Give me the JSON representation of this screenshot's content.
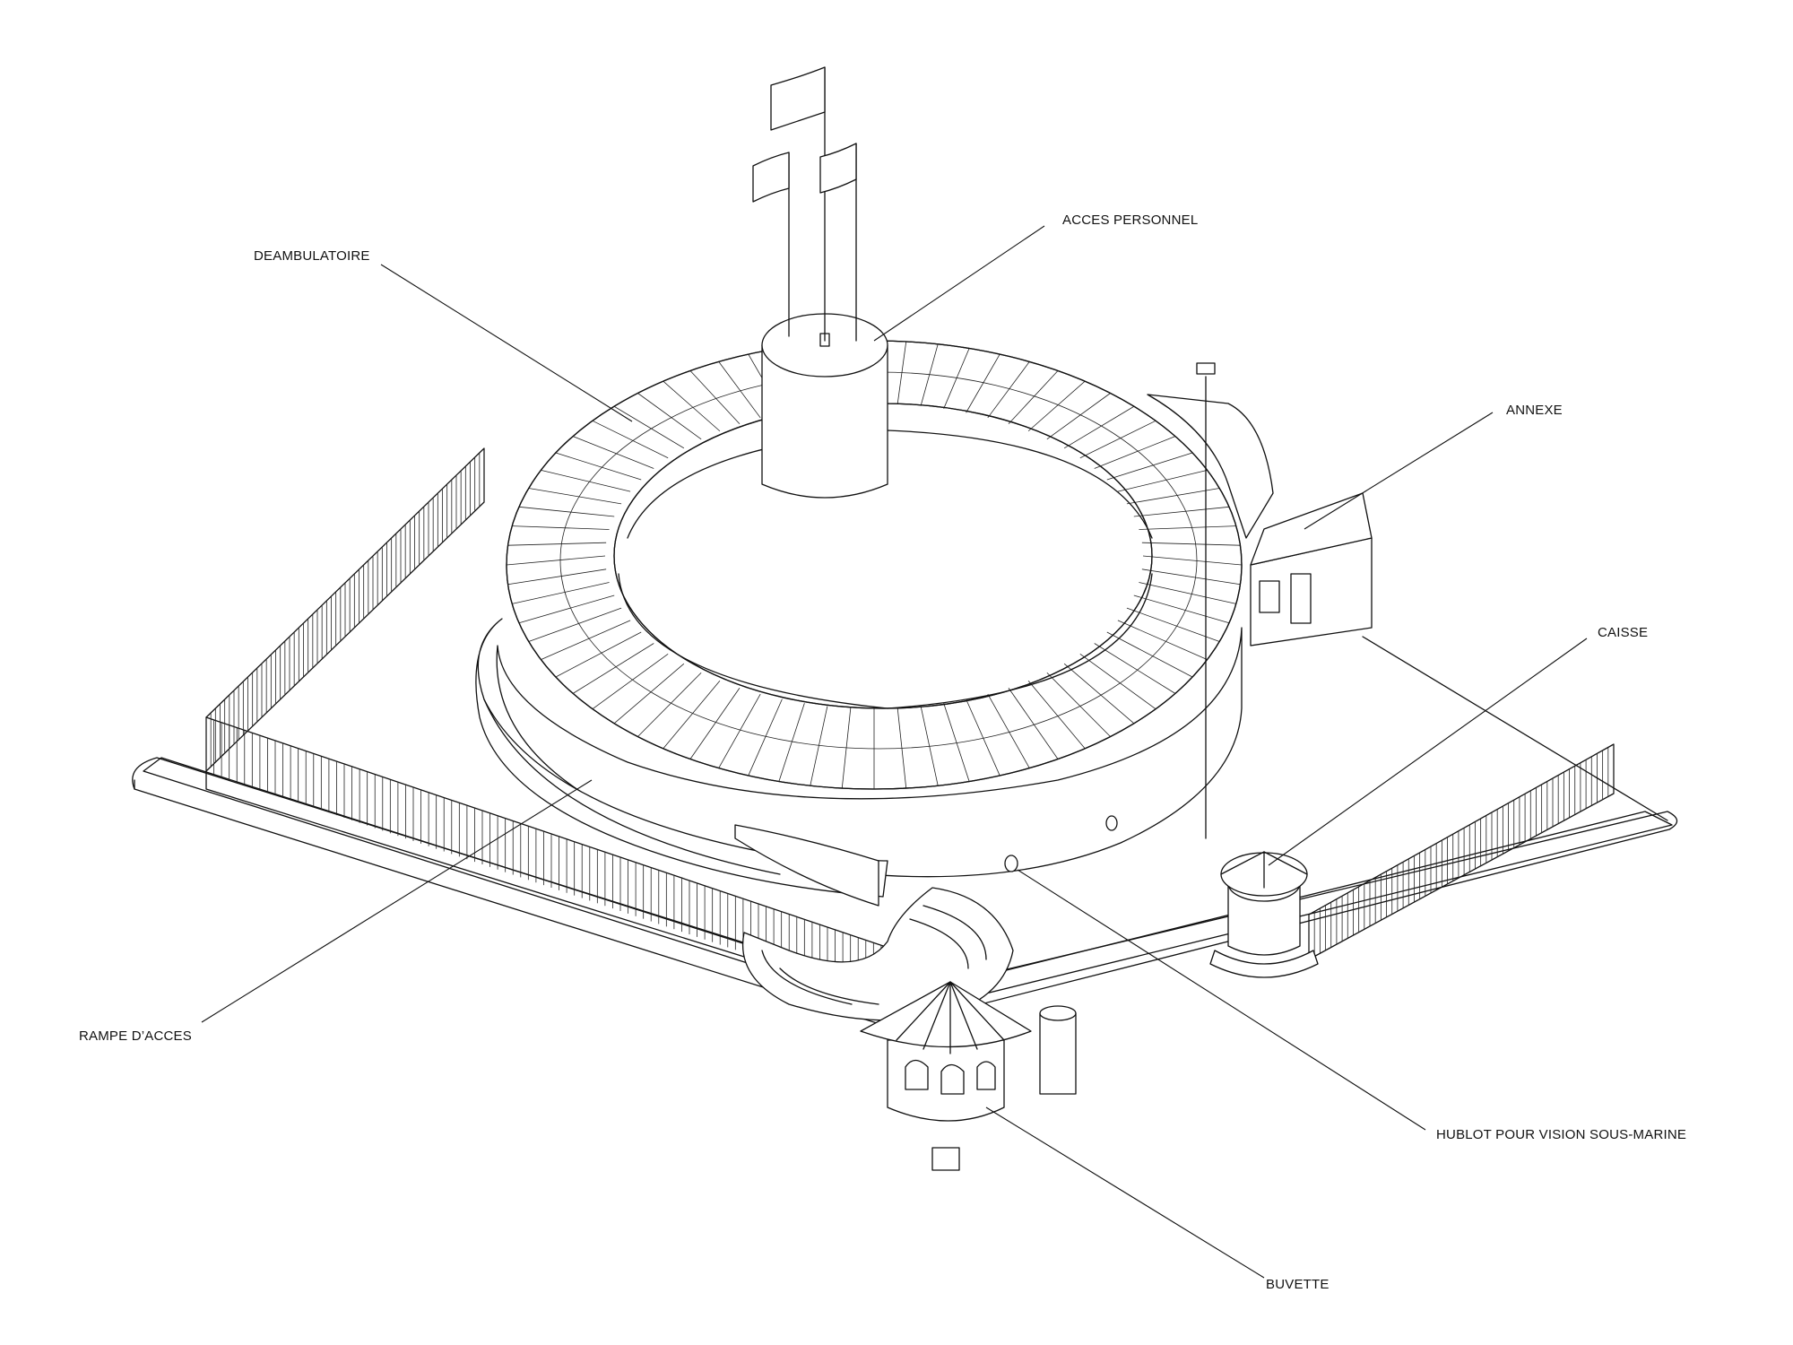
{
  "labels": {
    "deambulatoire": "DEAMBULATOIRE",
    "acces_personnel": "ACCES PERSONNEL",
    "annexe": "ANNEXE",
    "caisse": "CAISSE",
    "rampe_acces": "RAMPE D’ACCES",
    "hublot": "HUBLOT POUR VISION SOUS-MARINE",
    "buvette": "BUVETTE"
  },
  "colors": {
    "line": "#111111",
    "background": "#ffffff"
  }
}
